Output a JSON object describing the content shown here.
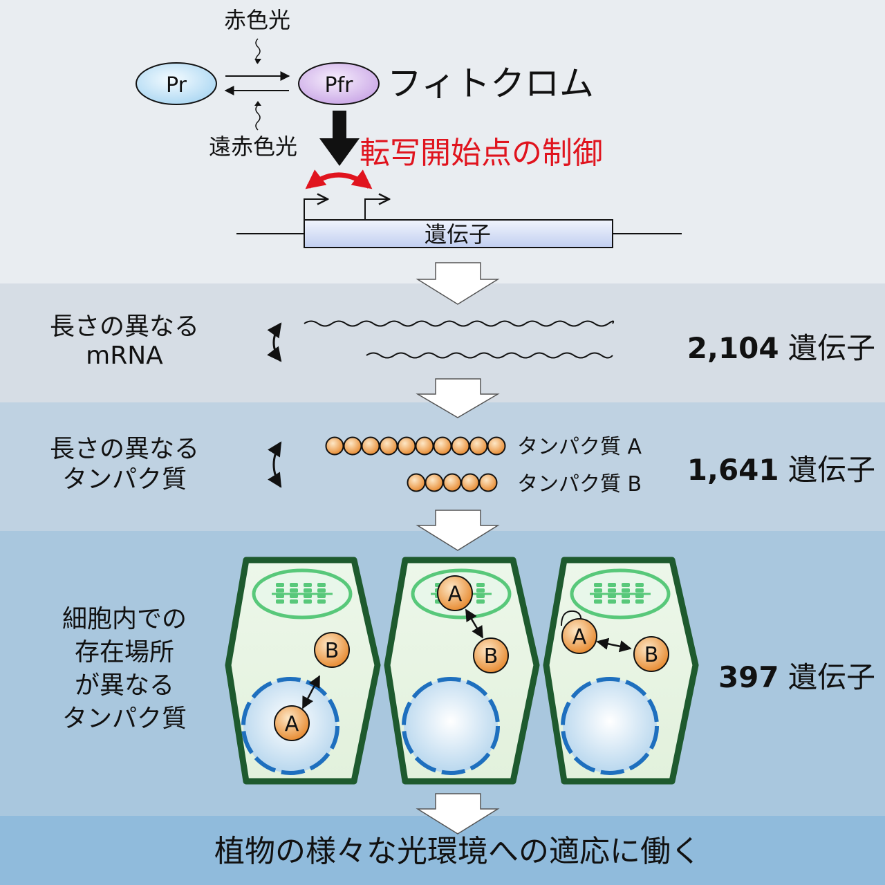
{
  "light": {
    "red": "赤色光",
    "far_red": "遠赤色光"
  },
  "states": {
    "pr": "Pr",
    "pfr": "Pfr"
  },
  "phytochrome_label": "フィトクロム",
  "tss_control_label": "転写開始点の制御",
  "gene_label": "遺伝子",
  "rows": [
    {
      "label_lines": [
        "長さの異なる",
        "mRNA"
      ],
      "count_number": "2,104",
      "count_unit": "遺伝子"
    },
    {
      "label_lines": [
        "長さの異なる",
        "タンパク質"
      ],
      "count_number": "1,641",
      "count_unit": "遺伝子",
      "protein_a": "タンパク質 A",
      "protein_b": "タンパク質 B"
    },
    {
      "label_lines": [
        "細胞内での",
        "存在場所",
        "が異なる",
        "タンパク質"
      ],
      "count_number": "397",
      "count_unit": "遺伝子"
    }
  ],
  "cell_markers": {
    "a": "A",
    "b": "B"
  },
  "conclusion": "植物の様々な光環境への適応に働く",
  "colors": {
    "red_accent": "#e0141e",
    "pr_fill": "#cfe8f8",
    "pfr_fill": "#dcc4ee",
    "bead": "#f0a65a",
    "cell_wall": "#1e5a2e",
    "chloroplast": "#58c87a",
    "nucleus": "#1e6fbe"
  }
}
